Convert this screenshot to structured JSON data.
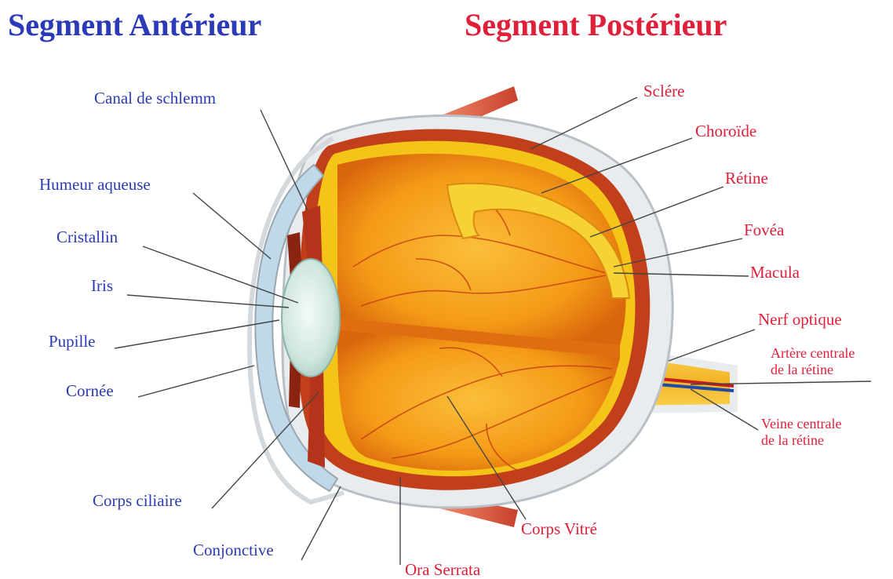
{
  "headings": {
    "anterior": "Segment Antérieur",
    "posterior": "Segment Postérieur"
  },
  "colors": {
    "anterior": "#2b3bb8",
    "posterior": "#e0203a",
    "leader": "#444444",
    "vitreous": "#f6a21e",
    "retina": "#f4c518",
    "choroid": "#c1401b",
    "sclera": "#e9ecee",
    "cornea": "#bfd8ea",
    "lens": "#d7ebe5"
  },
  "labels": {
    "canal_schlemm": "Canal de schlemm",
    "humeur_aqueuse": "Humeur aqueuse",
    "cristallin": "Cristallin",
    "iris": "Iris",
    "pupille": "Pupille",
    "cornee": "Cornée",
    "corps_ciliaire": "Corps ciliaire",
    "conjonctive": "Conjonctive",
    "ora_serrata": "Ora Serrata",
    "corps_vitre": "Corps Vitré",
    "sclere": "Sclére",
    "choroide": "Choroïde",
    "retine": "Rétine",
    "fovea": "Fovéa",
    "macula": "Macula",
    "nerf_optique": "Nerf optique",
    "artere_1": "Artère centrale",
    "artere_2": "de la rétine",
    "veine_1": "Veine centrale",
    "veine_2": "de la rétine"
  }
}
